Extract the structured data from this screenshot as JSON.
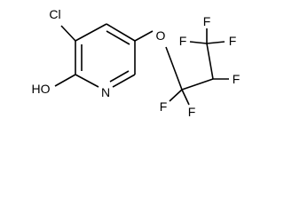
{
  "structure": {
    "atoms": {
      "chlorine": "Cl",
      "hydroxyl": "HO",
      "ring_nitrogen": "N",
      "ether_oxygen": "O",
      "fluorine_1": "F",
      "fluorine_2": "F",
      "fluorine_3": "F",
      "fluorine_4": "F",
      "fluorine_5": "F",
      "fluorine_6": "F"
    }
  },
  "colors": {
    "bond": "#000000",
    "text": "#000000",
    "background": "#ffffff"
  }
}
